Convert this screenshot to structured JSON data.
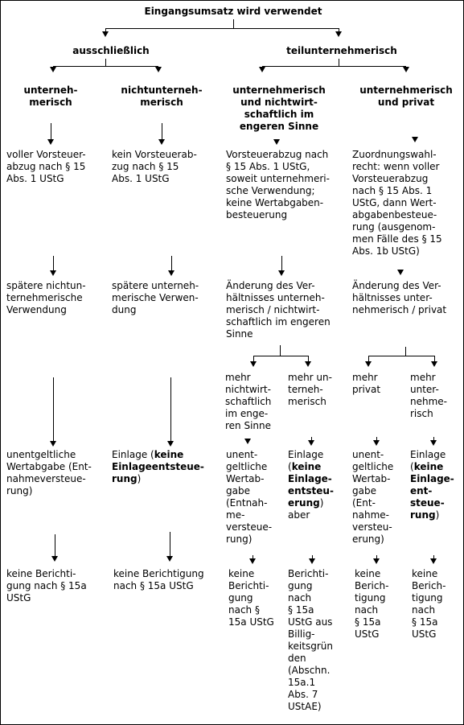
{
  "root": "Eingangsumsatz wird verwendet",
  "level1": {
    "left": "ausschließlich",
    "right": "teilunternehmerisch"
  },
  "level2": {
    "c1": "unterneh-\nmerisch",
    "c2": "nichtunterneh-\nmerisch",
    "c3": "unternehmerisch\nund nichtwirt-\nschaftlich im\nengeren Sinne",
    "c4": "unternehmerisch\nund privat"
  },
  "level3": {
    "c1": "voller Vorsteuer-\nabzug nach § 15\nAbs. 1 UStG",
    "c2": "kein Vorsteuerab-\nzug nach § 15\nAbs. 1 UStG",
    "c3": "Vorsteuerabzug nach\n§ 15 Abs. 1 UStG,\nsoweit unternehmeri-\nsche Verwendung;\nkeine Wertabgaben-\nbesteuerung",
    "c4": "Zuordnungswahl-\nrecht: wenn voller\nVorsteuerabzug\nnach § 15 Abs. 1\nUStG, dann Wert-\nabgabenbesteue-\nrung (ausgenom-\nmen Fälle des § 15\nAbs. 1b UStG)"
  },
  "level4": {
    "c1": "spätere nichtun-\nternehmerische\nVerwendung",
    "c2": "spätere unterneh-\nmerische Verwen-\ndung",
    "c3": "Änderung des Ver-\nhältnisses unterneh-\nmerisch / nichtwirt-\nschaftlich im engeren\nSinne",
    "c4": "Änderung des Ver-\nhältnisses unter-\nnehmerisch / privat"
  },
  "level5": {
    "c3a": "mehr\nnichtwirt-\nschaftlich\nim enge-\nren Sinne",
    "c3b": "mehr un-\nterneh-\nmerisch",
    "c4a": "mehr\nprivat",
    "c4b": "mehr\nunter-\nnehme-\nrisch"
  },
  "level6": {
    "c1": "unentgeltliche\nWertabgabe (Ent-\nnahmeversteue-\nrung)",
    "c2_pre": "Einlage (",
    "c2_bold1": "keine",
    "c2_bold2": "Einlageentsteue-\nrung",
    "c2_post": ")",
    "c3a": "unent-\ngeltliche\nWertab-\ngabe\n(Entnah-\nme-\nversteue-\nrung)",
    "c3b_pre": "Einlage\n(",
    "c3b_bold": "keine\nEinlage-\nentsteu-\nerung",
    "c3b_post": ")\naber",
    "c4a": "unent-\ngeltliche\nWertab-\ngabe\n(Ent-\nnahme-\nversteu-\nerung)",
    "c4b_pre": "Einlage\n(",
    "c4b_bold": "keine\nEinlage-\nent-\nsteue-\nrung",
    "c4b_post": ")"
  },
  "level7": {
    "c1": "keine Berichti-\ngung nach § 15a\nUStG",
    "c2": "keine Berichtigung\nnach § 15a UStG",
    "c3a": "keine\nBerichti-\ngung\nnach §\n15a UStG",
    "c3b": "Berichti-\ngung\nnach\n§ 15a\nUStG aus\nBillig-\nkeitsgrün\nden\n(Abschn.\n15a.1\nAbs. 7\nUStAE)",
    "c4a": "keine\nBerich-\ntigung\nnach\n§ 15a\nUStG",
    "c4b": "keine\nBerich-\ntigung\nnach\n§ 15a\nUStG"
  }
}
